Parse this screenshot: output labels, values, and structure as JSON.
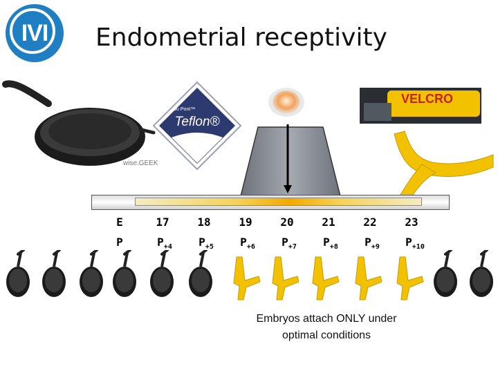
{
  "header": {
    "logo_text": "IVI",
    "title": "Endometrial receptivity"
  },
  "images": {
    "pan_credit": "wise.GEEK",
    "teflon_brand": "Teflon®",
    "teflon_small": "Du Pont™",
    "velcro_brand": "VELCRO"
  },
  "timeline": {
    "row_label_top": "E",
    "row_label_bottom": "P",
    "days": [
      {
        "day": "17",
        "p": "P",
        "p_sub": "+4"
      },
      {
        "day": "18",
        "p": "P",
        "p_sub": "+5"
      },
      {
        "day": "19",
        "p": "P",
        "p_sub": "+6"
      },
      {
        "day": "20",
        "p": "P",
        "p_sub": "+7"
      },
      {
        "day": "21",
        "p": "P",
        "p_sub": "+8"
      },
      {
        "day": "22",
        "p": "P",
        "p_sub": "+9"
      },
      {
        "day": "23",
        "p": "P",
        "p_sub": "+10"
      }
    ]
  },
  "caption": {
    "line1": "Embryos attach ONLY under",
    "line2": "optimal conditions"
  },
  "colors": {
    "logo_blue": "#1f7fc2",
    "teflon_navy": "#2d3a6f",
    "velcro_yellow": "#f2c200",
    "window_gold": "#f2a900",
    "trapezoid_gray": "#8a8f96"
  }
}
